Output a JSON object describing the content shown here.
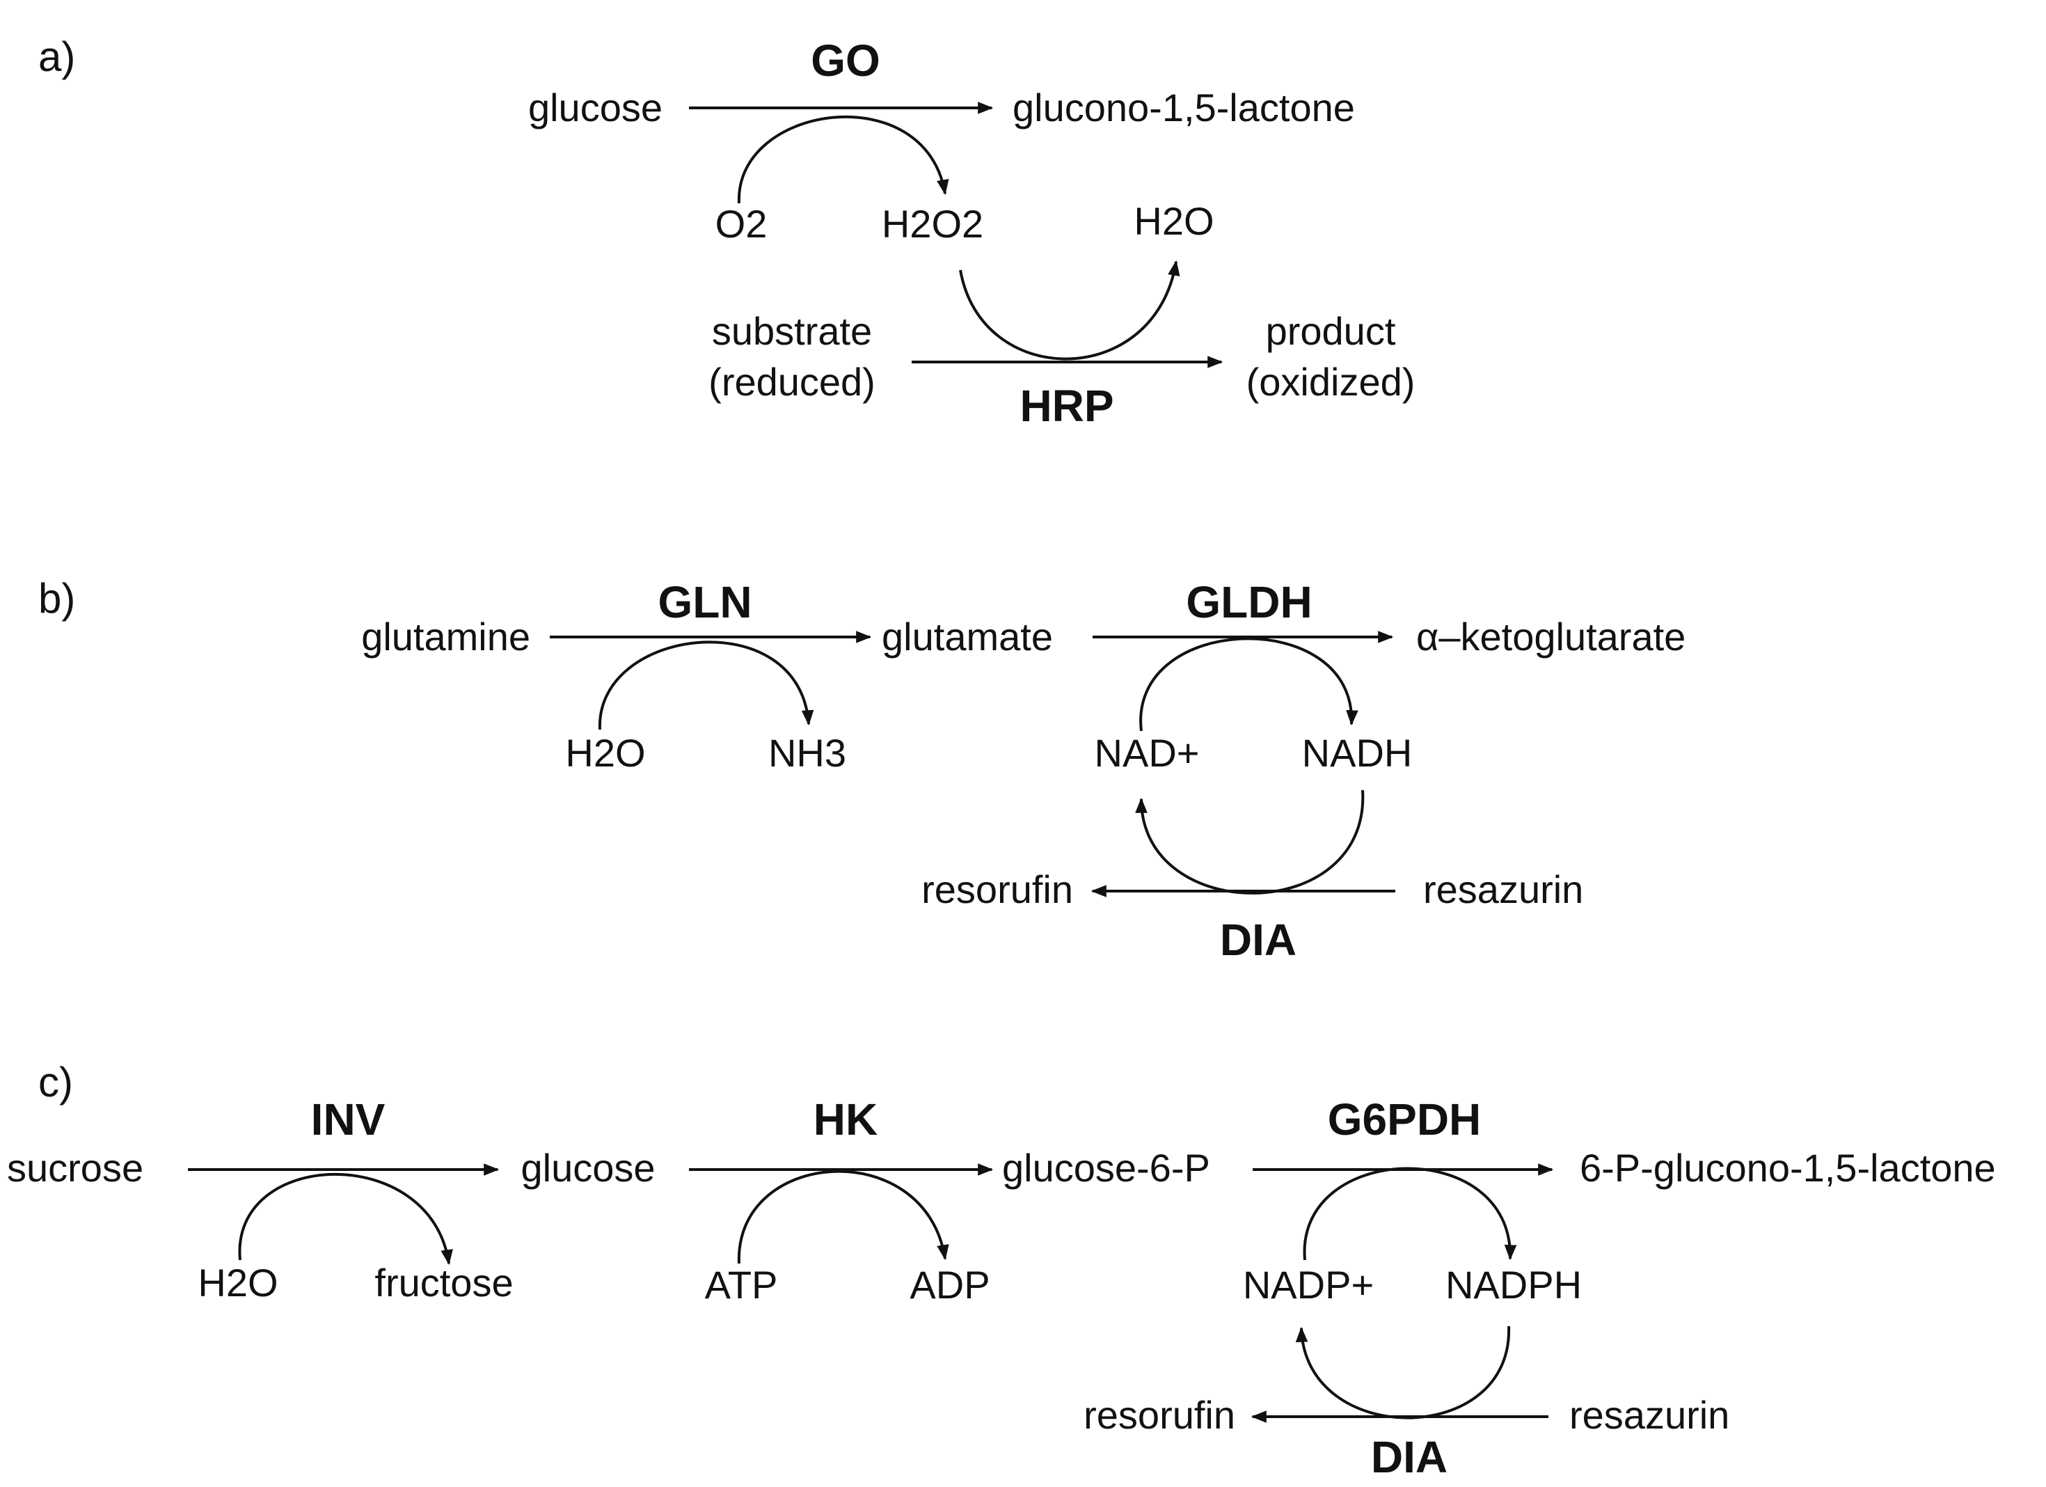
{
  "panels": {
    "a": {
      "label": "a)",
      "enzyme_top": "GO",
      "substrate": "glucose",
      "product": "glucono-1,5-lactone",
      "cosub_in": "O2",
      "cosub_out": "H2O2",
      "water": "H2O",
      "hrp_substrate": "substrate\n(reduced)",
      "hrp_product": "product\n(oxidized)",
      "enzyme_bottom": "HRP"
    },
    "b": {
      "label": "b)",
      "enzyme1": "GLN",
      "substrate": "glutamine",
      "intermediate": "glutamate",
      "enzyme2": "GLDH",
      "product": "α–ketoglutarate",
      "cosub1_in": "H2O",
      "cosub1_out": "NH3",
      "cofactor_ox": "NAD+",
      "cofactor_red": "NADH",
      "dye_product": "resorufin",
      "dye_substrate": "resazurin",
      "enzyme3": "DIA"
    },
    "c": {
      "label": "c)",
      "enzyme1": "INV",
      "substrate": "sucrose",
      "intermediate1": "glucose",
      "enzyme2": "HK",
      "intermediate2": "glucose-6-P",
      "enzyme3": "G6PDH",
      "product": "6-P-glucono-1,5-lactone",
      "cosub1_in": "H2O",
      "cosub1_out": "fructose",
      "cosub2_in": "ATP",
      "cosub2_out": "ADP",
      "cofactor_ox": "NADP+",
      "cofactor_red": "NADPH",
      "dye_product": "resorufin",
      "dye_substrate": "resazurin",
      "enzyme4": "DIA"
    }
  }
}
